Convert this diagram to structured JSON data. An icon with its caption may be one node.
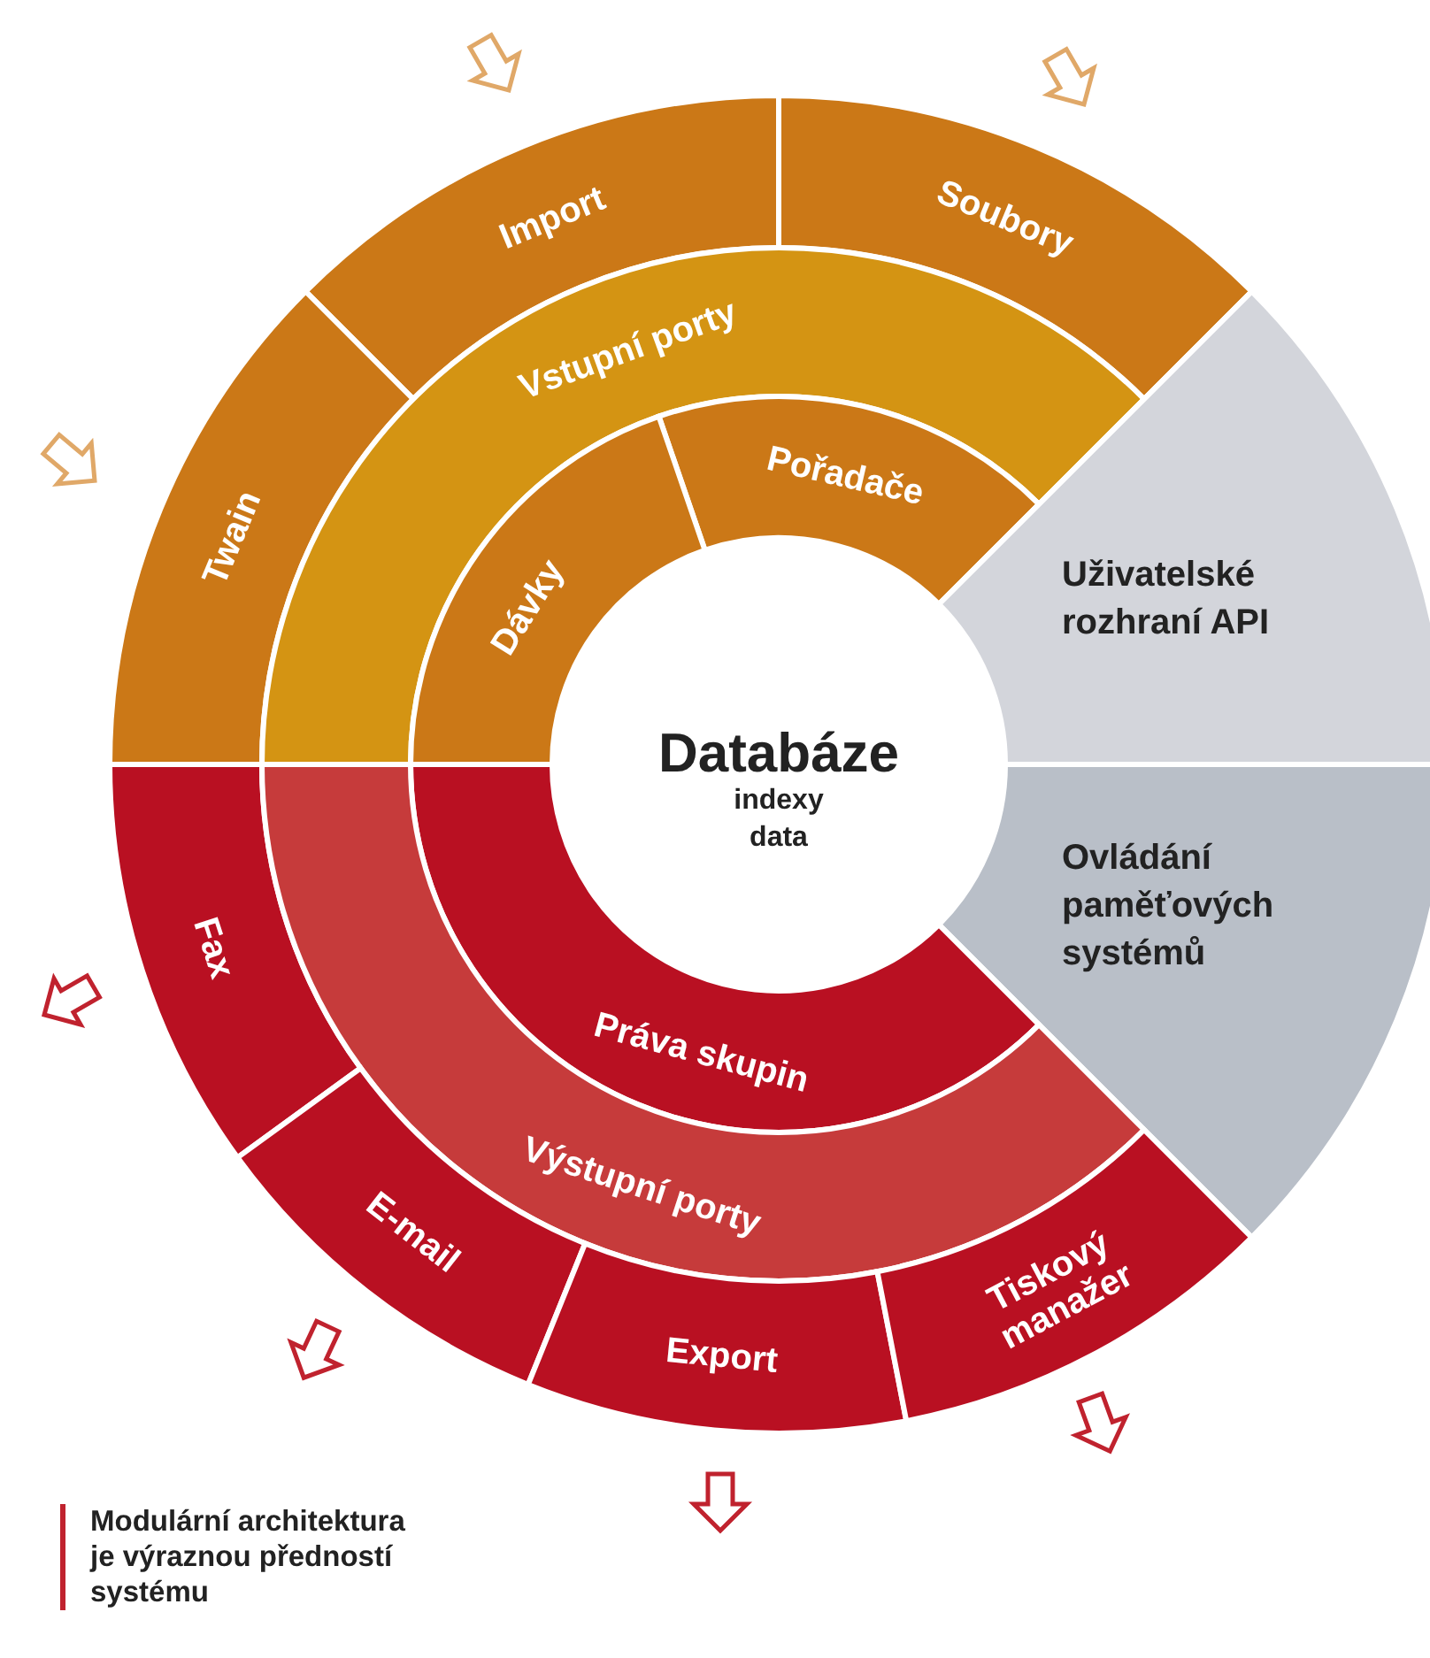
{
  "diagram": {
    "caption": "Modulární architektura je výraznou předností systému",
    "nodes": [
      {
        "text": [
          "Databáze",
          "indexy data"
        ]
      },
      {
        "text": [
          "Import"
        ]
      },
      {
        "text": [
          "Soubory"
        ]
      },
      {
        "text": [
          "Twain"
        ]
      },
      {
        "text": [
          "Vstupní porty"
        ]
      },
      {
        "text": [
          "Pořadače"
        ]
      },
      {
        "text": [
          "Dávky"
        ]
      },
      {
        "text": [
          "Uživatelské rozhraní API"
        ]
      },
      {
        "text": [
          "Ovládání paměťových systémů"
        ]
      },
      {
        "text": [
          "Fax"
        ]
      },
      {
        "text": [
          "Práva skupin"
        ]
      },
      {
        "text": [
          "Výstupní porty"
        ]
      },
      {
        "text": [
          "E-mail"
        ]
      },
      {
        "text": [
          "Export"
        ]
      },
      {
        "text": [
          "Tiskový manažer"
        ]
      }
    ]
  }
}
